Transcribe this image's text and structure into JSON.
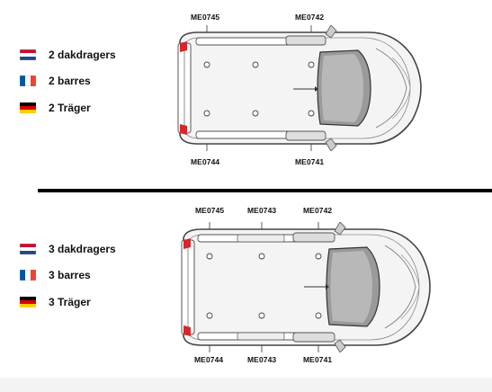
{
  "top": {
    "legend": [
      {
        "flag": "flag-netherlands-icon",
        "label": "2 dakdragers"
      },
      {
        "flag": "flag-france-icon",
        "label": "2 barres"
      },
      {
        "flag": "flag-germany-icon",
        "label": "2 Träger"
      }
    ],
    "codes": {
      "top_left": "ME0745",
      "top_right": "ME0742",
      "bottom_left": "ME0744",
      "bottom_right": "ME0741"
    }
  },
  "bottom": {
    "legend": [
      {
        "flag": "flag-netherlands-icon",
        "label": "3 dakdragers"
      },
      {
        "flag": "flag-france-icon",
        "label": "3 barres"
      },
      {
        "flag": "flag-germany-icon",
        "label": "3 Träger"
      }
    ],
    "codes": {
      "top_left": "ME0745",
      "top_mid": "ME0743",
      "top_right": "ME0742",
      "bottom_left": "ME0744",
      "bottom_mid": "ME0743",
      "bottom_right": "ME0741"
    }
  },
  "colors": {
    "nl_red": "#c8102e",
    "nl_blue": "#21468b",
    "fr_blue": "#0055a4",
    "fr_red": "#ef4135",
    "de_gold": "#ffce00",
    "de_red": "#dd0000",
    "marker_red": "#d9262c"
  }
}
